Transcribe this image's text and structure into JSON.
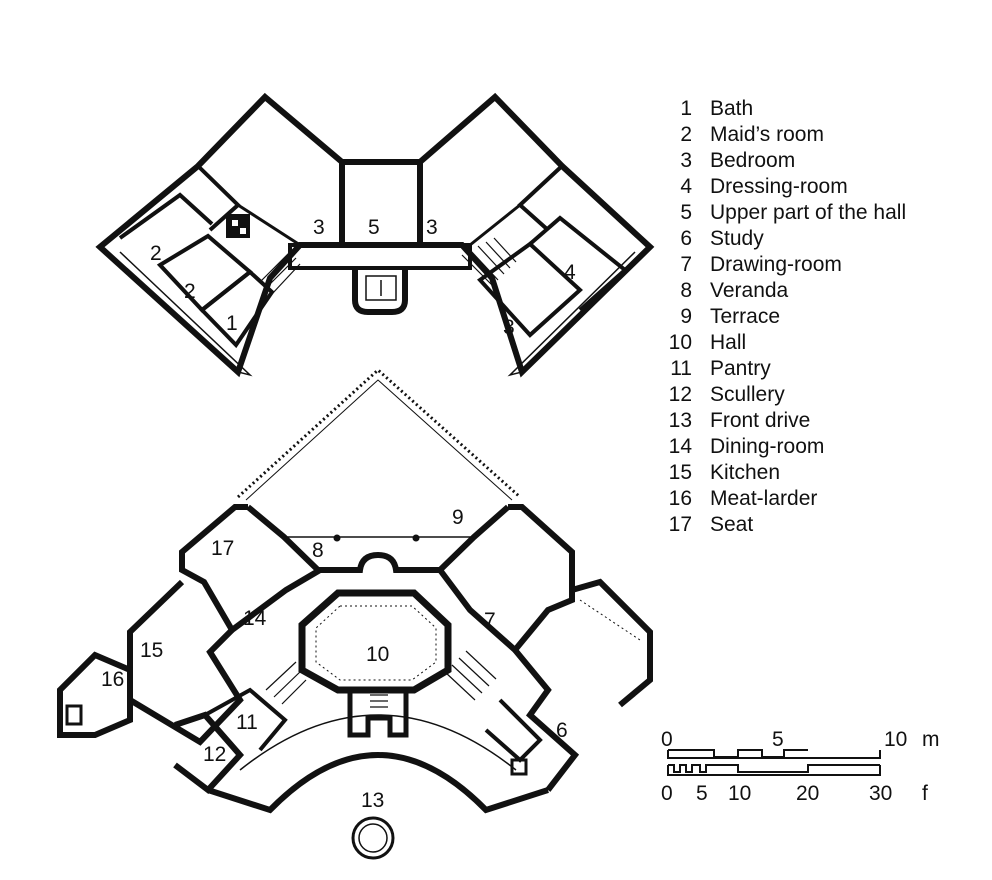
{
  "rooms": {
    "r1": "1",
    "r2a": "2",
    "r2b": "2",
    "r3a": "3",
    "r3b": "3",
    "r3c": "3",
    "r4": "4",
    "r5": "5",
    "r6": "6",
    "r7": "7",
    "r8": "8",
    "r9": "9",
    "r10": "10",
    "r11": "11",
    "r12": "12",
    "r13": "13",
    "r14": "14",
    "r15": "15",
    "r16": "16",
    "r17": "17"
  },
  "legend": [
    {
      "num": "1",
      "label": "Bath"
    },
    {
      "num": "2",
      "label": "Maid’s room"
    },
    {
      "num": "3",
      "label": "Bedroom"
    },
    {
      "num": "4",
      "label": "Dressing-room"
    },
    {
      "num": "5",
      "label": "Upper part of the hall"
    },
    {
      "num": "6",
      "label": "Study"
    },
    {
      "num": "7",
      "label": "Drawing-room"
    },
    {
      "num": "8",
      "label": "Veranda"
    },
    {
      "num": "9",
      "label": "Terrace"
    },
    {
      "num": "10",
      "label": "Hall"
    },
    {
      "num": "11",
      "label": "Pantry"
    },
    {
      "num": "12",
      "label": "Scullery"
    },
    {
      "num": "13",
      "label": "Front drive"
    },
    {
      "num": "14",
      "label": "Dining-room"
    },
    {
      "num": "15",
      "label": "Kitchen"
    },
    {
      "num": "16",
      "label": "Meat-larder"
    },
    {
      "num": "17",
      "label": "Seat"
    }
  ],
  "scale": {
    "metric": [
      "0",
      "5",
      "10",
      "m"
    ],
    "imperial": [
      "0",
      "5",
      "10",
      "20",
      "30",
      "f"
    ]
  }
}
